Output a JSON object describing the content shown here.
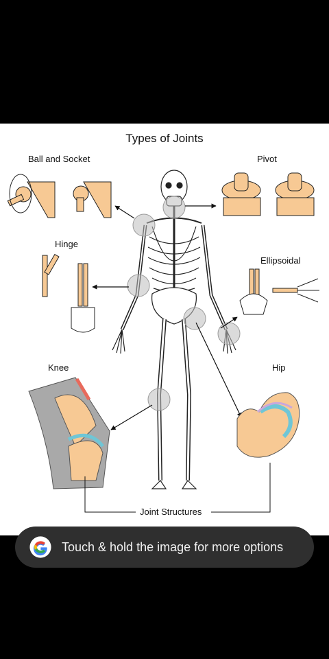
{
  "diagram": {
    "title": "Types of Joints",
    "labels": {
      "ball_and_socket": "Ball and Socket",
      "pivot": "Pivot",
      "hinge": "Hinge",
      "ellipsoidal": "Ellipsoidal",
      "knee": "Knee",
      "hip": "Hip",
      "joint_structures": "Joint Structures"
    },
    "colors": {
      "bone": "#f7c994",
      "cartilage": "#9fd9e3",
      "muscle": "#e86a5c",
      "ligament": "#c9a7dc",
      "highlight": "#bdbdbd"
    }
  },
  "toast": {
    "icon": "google-g-icon",
    "text": "Touch & hold the image for more options"
  }
}
